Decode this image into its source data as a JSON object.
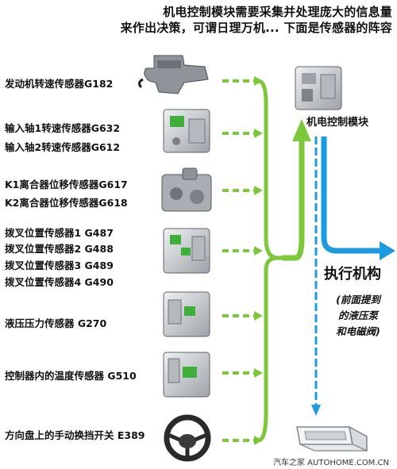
{
  "header": {
    "line1": "机电控制模块需要采集并处理庞大的信息量",
    "line2": "来作出决策，可谓日理万机...   下面是传感器的阵容"
  },
  "sensors": [
    {
      "label": "发动机转速传感器G182"
    },
    {
      "label": "输入轴1转速传感器G632"
    },
    {
      "label": "输入轴2转速传感器G612"
    },
    {
      "label": "K1离合器位移传感器G617"
    },
    {
      "label": "K2离合器位移传感器G618"
    },
    {
      "label": "拨叉位置传感器1 G487"
    },
    {
      "label": "拨叉位置传感器2 G488"
    },
    {
      "label": "拨叉位置传感器3 G489"
    },
    {
      "label": "拨叉位置传感器4 G490"
    },
    {
      "label": "液压压力传感器 G270"
    },
    {
      "label": "控制器内的温度传感器 G510"
    },
    {
      "label": "方向盘上的手动换挡开关 E389"
    }
  ],
  "module": {
    "label": "机电控制模块"
  },
  "actuator": {
    "label": "执行机构",
    "note": [
      "(前面提到",
      "的液压泵",
      "和电磁阀)"
    ]
  },
  "watermark": "汽车之家  AUTOHOME.COM.CN",
  "colors": {
    "green_arrow": "#7dc83a",
    "blue_arrow": "#1c9be0",
    "module_gray": "#c9ccd0",
    "connector_green": "#3fae3a"
  }
}
